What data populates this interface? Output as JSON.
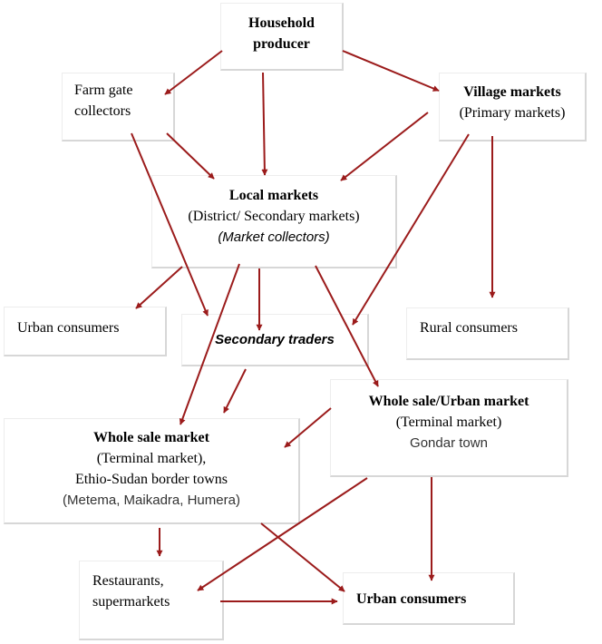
{
  "diagram": {
    "colors": {
      "arrow": "#9b1b1b",
      "box_border": "#d7d7d7",
      "text": "#000000"
    },
    "nodes": {
      "household": {
        "lines": [
          "Household",
          "producer"
        ]
      },
      "farm_gate": {
        "lines": [
          "Farm gate",
          "collectors"
        ]
      },
      "village": {
        "line1": "Village markets",
        "line2": "(Primary markets)"
      },
      "local": {
        "line1": "Local markets",
        "line2": "(District/ Secondary markets)",
        "line3": "(Market collectors)"
      },
      "urban_consumers_left": {
        "label": "Urban consumers"
      },
      "secondary_traders": {
        "label": "Secondary traders"
      },
      "rural_consumers": {
        "label": "Rural consumers"
      },
      "wholesale_urban": {
        "line1": "Whole sale/Urban market",
        "line2": "(Terminal market)",
        "line3": "Gondar town"
      },
      "wholesale_border": {
        "line1": "Whole sale market",
        "line2": "(Terminal market),",
        "line3": "Ethio-Sudan border towns",
        "line4": "(Metema, Maikadra, Humera)"
      },
      "restaurants": {
        "lines": [
          "Restaurants,",
          "supermarkets"
        ]
      },
      "urban_consumers_bottom": {
        "label": "Urban consumers"
      }
    },
    "edges": [
      {
        "from": "household",
        "to": "farm_gate"
      },
      {
        "from": "household",
        "to": "local"
      },
      {
        "from": "household",
        "to": "village"
      },
      {
        "from": "farm_gate",
        "to": "local"
      },
      {
        "from": "farm_gate",
        "to": "secondary_traders"
      },
      {
        "from": "village",
        "to": "local"
      },
      {
        "from": "village",
        "to": "secondary_traders"
      },
      {
        "from": "village",
        "to": "rural_consumers"
      },
      {
        "from": "local",
        "to": "urban_consumers_left"
      },
      {
        "from": "local",
        "to": "secondary_traders"
      },
      {
        "from": "local",
        "to": "wholesale_border"
      },
      {
        "from": "local",
        "to": "wholesale_urban"
      },
      {
        "from": "secondary_traders",
        "to": "wholesale_border"
      },
      {
        "from": "wholesale_urban",
        "to": "wholesale_border"
      },
      {
        "from": "wholesale_urban",
        "to": "restaurants"
      },
      {
        "from": "wholesale_urban",
        "to": "urban_consumers_bottom"
      },
      {
        "from": "wholesale_border",
        "to": "restaurants"
      },
      {
        "from": "wholesale_border",
        "to": "urban_consumers_bottom"
      },
      {
        "from": "restaurants",
        "to": "urban_consumers_bottom"
      }
    ]
  }
}
